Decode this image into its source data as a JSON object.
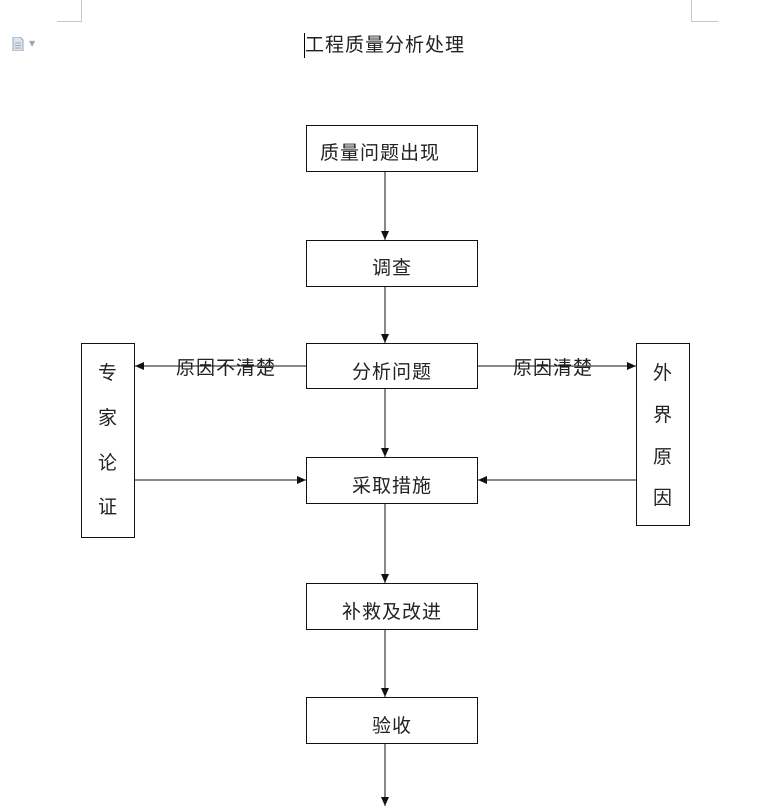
{
  "document": {
    "title": "工程质量分析处理"
  },
  "flowchart": {
    "boxes": {
      "quality_issue": "质量问题出现",
      "investigate": "调查",
      "analyze": "分析问题",
      "take_measures": "采取措施",
      "remedy": "补救及改进",
      "acceptance": "验收"
    },
    "side_boxes": {
      "expert_review": [
        "专",
        "家",
        "论",
        "证"
      ],
      "external_causes": [
        "外",
        "界",
        "原",
        "因"
      ]
    },
    "edge_labels": {
      "cause_unclear": "原因不清楚",
      "cause_clear": "原因清楚"
    }
  },
  "colors": {
    "line": "#111111",
    "page_corner": "#c8c8c8",
    "doc_icon": "#9aa6b8"
  }
}
